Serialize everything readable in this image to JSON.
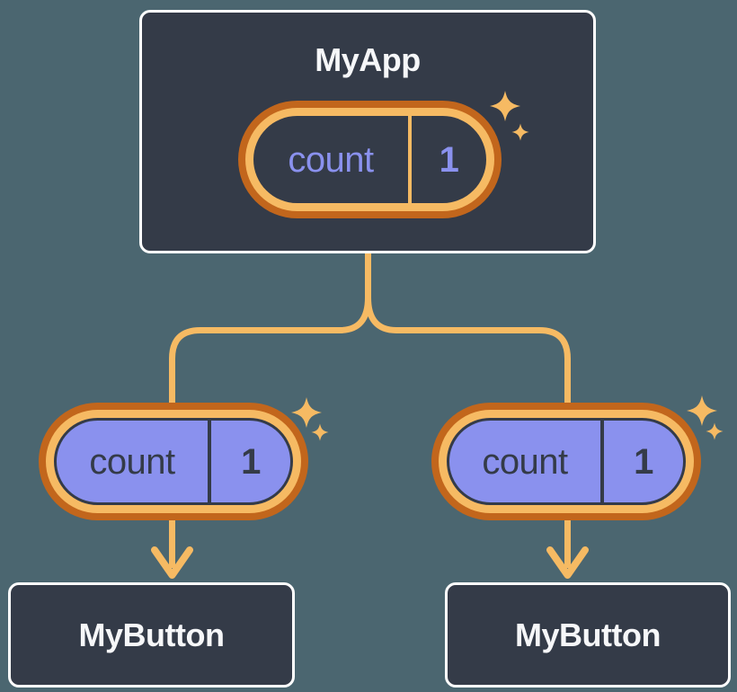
{
  "diagram": {
    "root": {
      "label": "MyApp",
      "state": {
        "name": "count",
        "value": "1"
      }
    },
    "children": [
      {
        "label": "MyButton",
        "state": {
          "name": "count",
          "value": "1"
        }
      },
      {
        "label": "MyButton",
        "state": {
          "name": "count",
          "value": "1"
        }
      }
    ]
  },
  "icons": {
    "sparkle": "four-point-star",
    "arrow": "chevron-down-arrow"
  },
  "colors": {
    "background": "#4B6670",
    "node-bg": "#343B48",
    "node-border": "#FFFFFF",
    "accent-light": "#F6BA63",
    "accent-dark": "#C2661C",
    "state-purple": "#8A91EE",
    "text-light": "#F6F7F9",
    "text-dark": "#343B48"
  }
}
